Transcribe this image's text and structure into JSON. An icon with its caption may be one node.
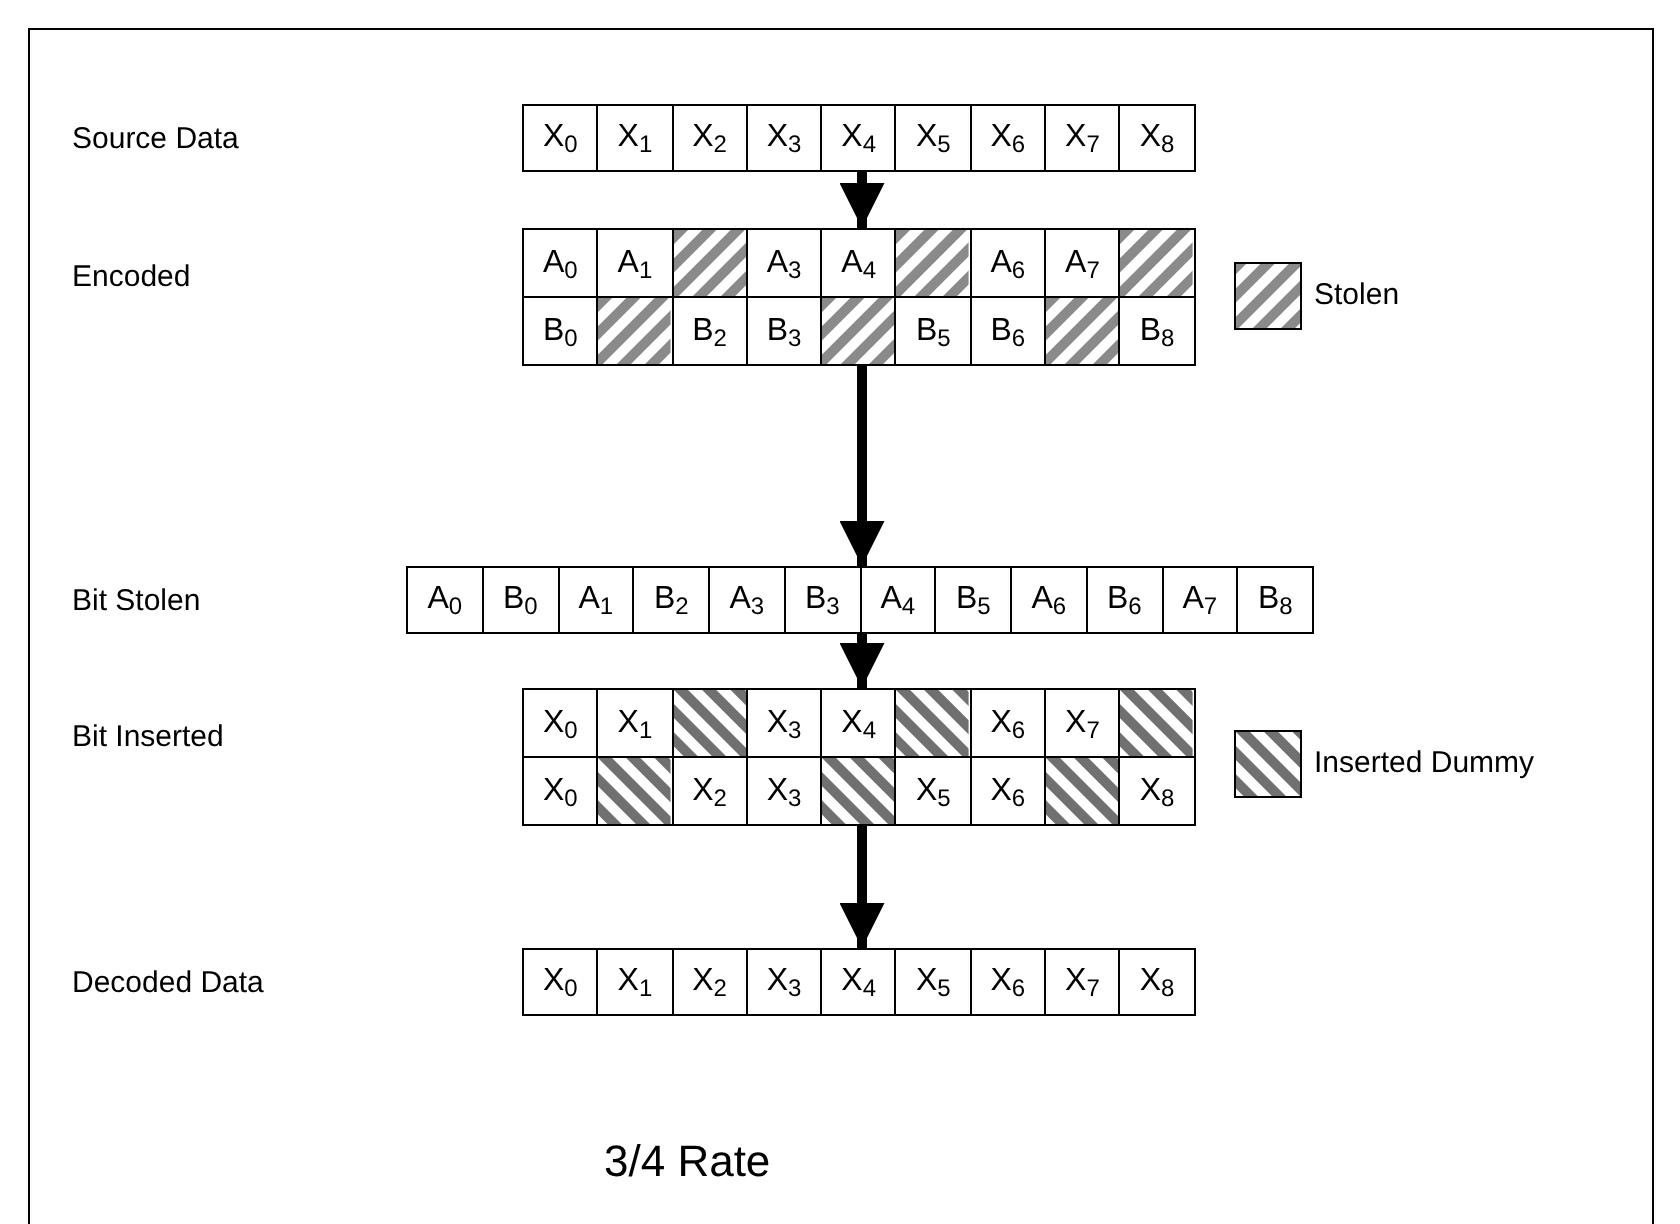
{
  "diagram": {
    "caption": "3/4 Rate",
    "nodes": [
      {
        "text": [],
        "shape": "box"
      },
      {
        "text": [
          "X$_{0}$"
        ],
        "in": 0
      },
      {
        "text": [
          "X$_{1}$"
        ],
        "in": 0
      },
      {
        "text": [
          "X$_{2}$"
        ],
        "in": 0
      },
      {
        "text": [
          "X$_{3}$"
        ],
        "in": 0
      },
      {
        "text": [
          "X$_{4}$"
        ],
        "in": 0
      },
      {
        "text": [
          "X$_{5}$"
        ],
        "in": 0
      },
      {
        "text": [
          "X$_{6}$"
        ],
        "in": 0
      },
      {
        "text": [
          "X$_{7}$"
        ],
        "in": 0
      },
      {
        "text": [
          "X$_{8}$"
        ],
        "in": 0
      },
      {
        "text": [],
        "shape": "box"
      },
      {
        "text": [
          "A$_{0}$"
        ],
        "in": 10
      },
      {
        "text": [
          "A$_{1}$"
        ],
        "in": 10
      },
      {
        "text": [],
        "shape": "box",
        "in": 10
      },
      {
        "text": [
          "A$_{3}$"
        ],
        "in": 10
      },
      {
        "text": [
          "A$_{4}$"
        ],
        "in": 10
      },
      {
        "text": [],
        "shape": "box",
        "in": 10
      },
      {
        "text": [
          "A$_{6}$"
        ],
        "in": 10
      },
      {
        "text": [
          "A$_{7}$"
        ],
        "in": 10
      },
      {
        "text": [],
        "shape": "box",
        "in": 10
      },
      {
        "text": [
          "B$_{0}$"
        ],
        "in": 10
      },
      {
        "text": [],
        "shape": "box",
        "in": 10
      },
      {
        "text": [
          "B$_{2}$"
        ],
        "in": 10
      },
      {
        "text": [
          "B$_{3}$"
        ],
        "in": 10
      },
      {
        "text": [],
        "shape": "box",
        "in": 10
      },
      {
        "text": [
          "B$_{5}$"
        ],
        "in": 10
      },
      {
        "text": [
          "B$_{6}$"
        ],
        "in": 10
      },
      {
        "text": [],
        "shape": "box",
        "in": 10
      },
      {
        "text": [
          "B$_{8}$"
        ],
        "in": 10
      },
      {
        "text": [],
        "shape": "box"
      },
      {
        "text": [
          "A$_{0}$"
        ],
        "in": 29
      },
      {
        "text": [
          "B$_{0}$"
        ],
        "in": 29
      },
      {
        "text": [
          "A$_{1}$"
        ],
        "in": 29
      },
      {
        "text": [
          "B$_{2}$"
        ],
        "in": 29
      },
      {
        "text": [
          "A$_{3}$"
        ],
        "in": 29
      },
      {
        "text": [
          "B$_{3}$"
        ],
        "in": 29
      },
      {
        "text": [
          "A$_{4}$"
        ],
        "in": 29
      },
      {
        "text": [
          "B$_{5}$"
        ],
        "in": 29
      },
      {
        "text": [
          "A$_{6}$"
        ],
        "in": 29
      },
      {
        "text": [
          "B$_{6}$"
        ],
        "in": 29
      },
      {
        "text": [
          "A$_{7}$"
        ],
        "in": 29
      },
      {
        "text": [
          "B$_{8}$"
        ],
        "in": 29
      },
      {
        "text": [],
        "shape": "box"
      },
      {
        "text": [
          "X$_{0}$"
        ],
        "in": 42
      },
      {
        "text": [
          "X$_{1}$"
        ],
        "in": 42
      },
      {
        "text": [],
        "shape": "box",
        "in": 42
      },
      {
        "text": [
          "X$_{3}$"
        ],
        "in": 42
      },
      {
        "text": [
          "X$_{4}$"
        ],
        "in": 42
      },
      {
        "text": [],
        "shape": "box",
        "in": 42
      },
      {
        "text": [
          "X$_{6}$"
        ],
        "in": 42
      },
      {
        "text": [
          "X$_{7}$"
        ],
        "in": 42
      },
      {
        "text": [],
        "shape": "box",
        "in": 42
      },
      {
        "text": [
          "X$_{0}$"
        ],
        "in": 42
      },
      {
        "text": [],
        "shape": "box",
        "in": 42
      },
      {
        "text": [
          "X$_{2}$"
        ],
        "in": 42
      },
      {
        "text": [
          "X$_{3}$"
        ],
        "in": 42
      },
      {
        "text": [],
        "shape": "box",
        "in": 42
      },
      {
        "text": [
          "X$_{5}$"
        ],
        "in": 42
      },
      {
        "text": [
          "X$_{6}$"
        ],
        "in": 42
      },
      {
        "text": [],
        "shape": "box",
        "in": 42
      },
      {
        "text": [
          "X$_{8}$"
        ],
        "in": 42
      },
      {
        "text": [],
        "shape": "box"
      },
      {
        "text": [
          "X$_{0}$"
        ],
        "in": 61
      },
      {
        "text": [
          "X$_{1}$"
        ],
        "in": 61
      },
      {
        "text": [
          "X$_{2}$"
        ],
        "in": 61
      },
      {
        "text": [
          "X$_{3}$"
        ],
        "in": 61
      },
      {
        "text": [
          "X$_{4}$"
        ],
        "in": 61
      },
      {
        "text": [
          "X$_{5}$"
        ],
        "in": 61
      },
      {
        "text": [
          "X$_{6}$"
        ],
        "in": 61
      },
      {
        "text": [
          "X$_{7}$"
        ],
        "in": 61
      },
      {
        "text": [
          "X$_{8}$"
        ],
        "in": 61
      }
    ],
    "edges": [
      {
        "from": 0,
        "to": 10,
        "arrow": "to"
      },
      {
        "from": 10,
        "to": 29,
        "arrow": "to"
      },
      {
        "from": 29,
        "to": 42,
        "arrow": "to"
      },
      {
        "from": 42,
        "to": 61,
        "arrow": "to"
      }
    ],
    "labels": [
      "Source Data",
      "Encoded",
      "Bit Stolen",
      "Bit Inserted",
      "Decoded Data"
    ],
    "legend": [
      {
        "text": "Stolen"
      },
      {
        "text": "Inserted Dummy"
      }
    ]
  }
}
